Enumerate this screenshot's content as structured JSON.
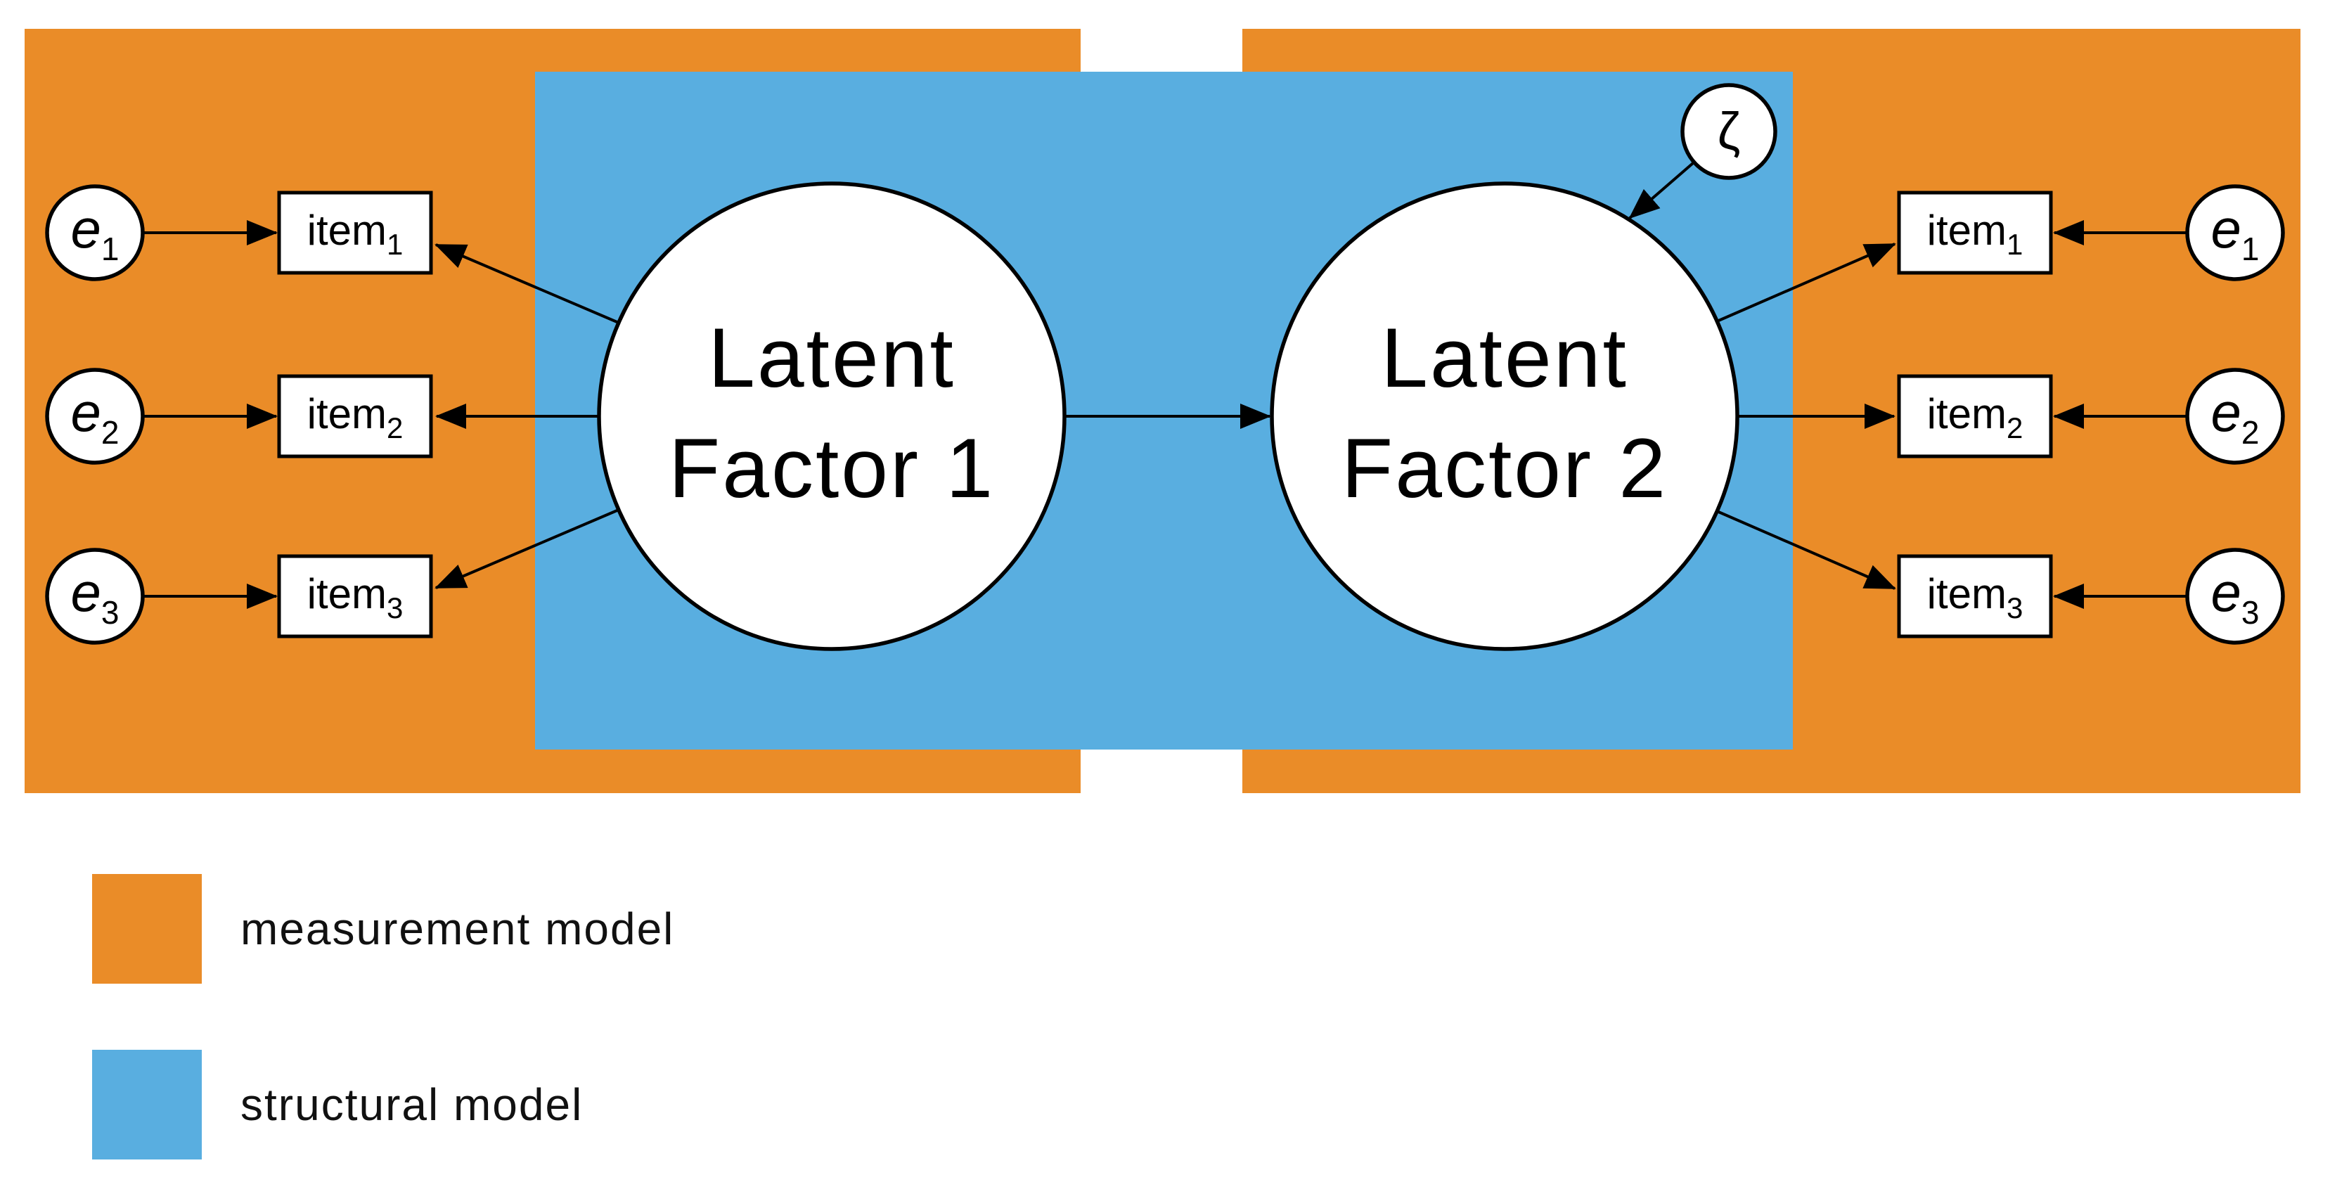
{
  "colors": {
    "measurement": "#EA8C28",
    "structural": "#59AEE0",
    "edge": "#000000",
    "node_fill": "#ffffff"
  },
  "latent_factor_1": {
    "line1": "Latent",
    "line2": "Factor 1"
  },
  "latent_factor_2": {
    "line1": "Latent",
    "line2": "Factor 2"
  },
  "labels": {
    "item_base": "item",
    "error_base": "e",
    "disturbance": "ζ",
    "indices": [
      "1",
      "2",
      "3"
    ]
  },
  "legend": {
    "measurement_label": "measurement model",
    "structural_label": "structural model"
  }
}
